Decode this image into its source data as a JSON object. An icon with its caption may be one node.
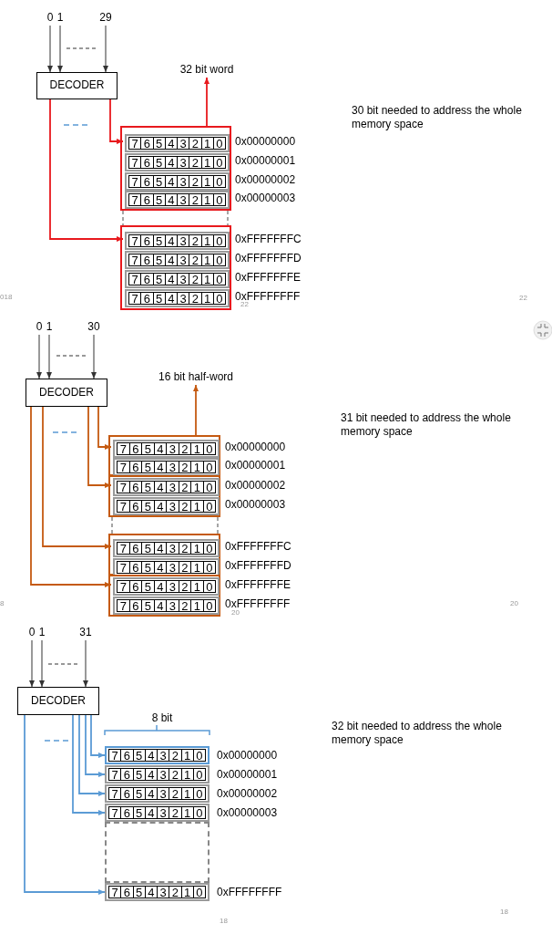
{
  "diagram": {
    "nodes": [
      {
        "text": [
          "0"
        ]
      },
      {
        "text": [
          "1"
        ]
      },
      {
        "text": [
          "29"
        ]
      },
      {
        "text": [
          "DECODER"
        ]
      },
      {
        "text": [
          "32 bit word"
        ]
      },
      {
        "text": [],
        "shape": "box"
      },
      {
        "text": [
          "7",
          "6",
          "5",
          "4",
          "3",
          "2",
          "1",
          "0"
        ],
        "in": 5,
        "beside": [
          "0x00000000"
        ]
      },
      {
        "text": [
          "7",
          "6",
          "5",
          "4",
          "3",
          "2",
          "1",
          "0"
        ],
        "in": 5,
        "beside": [
          "0x00000001"
        ]
      },
      {
        "text": [
          "7",
          "6",
          "5",
          "4",
          "3",
          "2",
          "1",
          "0"
        ],
        "in": 5,
        "beside": [
          "0x00000002"
        ]
      },
      {
        "text": [
          "7",
          "6",
          "5",
          "4",
          "3",
          "2",
          "1",
          "0"
        ],
        "in": 5,
        "beside": [
          "0x00000003"
        ]
      },
      {
        "text": [],
        "shape": "box"
      },
      {
        "text": [
          "7",
          "6",
          "5",
          "4",
          "3",
          "2",
          "1",
          "0"
        ],
        "in": 10,
        "beside": [
          "0xFFFFFFFC"
        ]
      },
      {
        "text": [
          "7",
          "6",
          "5",
          "4",
          "3",
          "2",
          "1",
          "0"
        ],
        "in": 10,
        "beside": [
          "0xFFFFFFFD"
        ]
      },
      {
        "text": [
          "7",
          "6",
          "5",
          "4",
          "3",
          "2",
          "1",
          "0"
        ],
        "in": 10,
        "beside": [
          "0xFFFFFFFE"
        ]
      },
      {
        "text": [
          "7",
          "6",
          "5",
          "4",
          "3",
          "2",
          "1",
          "0"
        ],
        "in": 10,
        "beside": [
          "0xFFFFFFFF"
        ]
      },
      {
        "text": [
          "0"
        ]
      },
      {
        "text": [
          "1"
        ]
      },
      {
        "text": [
          "30"
        ]
      },
      {
        "text": [
          "DECODER"
        ]
      },
      {
        "text": [
          "16 bit half-word"
        ]
      },
      {
        "text": [],
        "shape": "box"
      },
      {
        "text": [
          "7",
          "6",
          "5",
          "4",
          "3",
          "2",
          "1",
          "0"
        ],
        "in": 20,
        "beside": [
          "0x00000000"
        ]
      },
      {
        "text": [
          "7",
          "6",
          "5",
          "4",
          "3",
          "2",
          "1",
          "0"
        ],
        "in": 20,
        "beside": [
          "0x00000001"
        ]
      },
      {
        "text": [],
        "shape": "box"
      },
      {
        "text": [
          "7",
          "6",
          "5",
          "4",
          "3",
          "2",
          "1",
          "0"
        ],
        "in": 23,
        "beside": [
          "0x00000002"
        ]
      },
      {
        "text": [
          "7",
          "6",
          "5",
          "4",
          "3",
          "2",
          "1",
          "0"
        ],
        "in": 23,
        "beside": [
          "0x00000003"
        ]
      },
      {
        "text": [],
        "shape": "box"
      },
      {
        "text": [
          "7",
          "6",
          "5",
          "4",
          "3",
          "2",
          "1",
          "0"
        ],
        "in": 26,
        "beside": [
          "0xFFFFFFFC"
        ]
      },
      {
        "text": [
          "7",
          "6",
          "5",
          "4",
          "3",
          "2",
          "1",
          "0"
        ],
        "in": 26,
        "beside": [
          "0xFFFFFFFD"
        ]
      },
      {
        "text": [],
        "shape": "box"
      },
      {
        "text": [
          "7",
          "6",
          "5",
          "4",
          "3",
          "2",
          "1",
          "0"
        ],
        "in": 29,
        "beside": [
          "0xFFFFFFFE"
        ]
      },
      {
        "text": [
          "7",
          "6",
          "5",
          "4",
          "3",
          "2",
          "1",
          "0"
        ],
        "in": 29,
        "beside": [
          "0xFFFFFFFF"
        ]
      },
      {
        "text": [
          "0"
        ]
      },
      {
        "text": [
          "1"
        ]
      },
      {
        "text": [
          "31"
        ]
      },
      {
        "text": [
          "DECODER"
        ]
      },
      {
        "text": [
          "7",
          "6",
          "5",
          "4",
          "3",
          "2",
          "1",
          "0"
        ],
        "beside": [
          "0x00000000"
        ]
      },
      {
        "text": [
          "7",
          "6",
          "5",
          "4",
          "3",
          "2",
          "1",
          "0"
        ],
        "beside": [
          "0x00000001"
        ]
      },
      {
        "text": [
          "7",
          "6",
          "5",
          "4",
          "3",
          "2",
          "1",
          "0"
        ],
        "beside": [
          "0x00000002"
        ]
      },
      {
        "text": [
          "7",
          "6",
          "5",
          "4",
          "3",
          "2",
          "1",
          "0"
        ],
        "beside": [
          "0x00000003"
        ]
      },
      {
        "text": [
          "7",
          "6",
          "5",
          "4",
          "3",
          "2",
          "1",
          "0"
        ],
        "beside": [
          "0xFFFFFFFF"
        ]
      },
      {
        "text": [],
        "shape": "box"
      }
    ],
    "edges": [
      {
        "from": 0,
        "to": 3,
        "arrow": "to"
      },
      {
        "from": 1,
        "to": 3,
        "arrow": "to"
      },
      {
        "from": 2,
        "to": 3,
        "arrow": "to"
      },
      {
        "from": 5,
        "to": 4,
        "arrow": "to",
        "color": "#e8191d"
      },
      {
        "from": 3,
        "to": 6,
        "arrow": "to",
        "color": "#e8191d"
      },
      {
        "from": 3,
        "to": 11,
        "arrow": "to",
        "color": "#e8191d"
      },
      {
        "from": 15,
        "to": 18,
        "arrow": "to"
      },
      {
        "from": 16,
        "to": 18,
        "arrow": "to"
      },
      {
        "from": 17,
        "to": 18,
        "arrow": "to"
      },
      {
        "from": 20,
        "to": 19,
        "arrow": "to",
        "color": "#c55a11"
      },
      {
        "from": 18,
        "to": 21,
        "arrow": "to",
        "color": "#c55a11"
      },
      {
        "from": 18,
        "to": 24,
        "arrow": "to",
        "color": "#c55a11"
      },
      {
        "from": 18,
        "to": 27,
        "arrow": "to",
        "color": "#c55a11"
      },
      {
        "from": 18,
        "to": 30,
        "arrow": "to",
        "color": "#c55a11"
      },
      {
        "from": 32,
        "to": 35,
        "arrow": "to"
      },
      {
        "from": 33,
        "to": 35,
        "arrow": "to"
      },
      {
        "from": 34,
        "to": 35,
        "arrow": "to"
      },
      {
        "from": 35,
        "to": 36,
        "arrow": "to",
        "color": "#5b9bd5"
      },
      {
        "from": 35,
        "to": 37,
        "arrow": "to",
        "color": "#5b9bd5"
      },
      {
        "from": 35,
        "to": 38,
        "arrow": "to",
        "color": "#5b9bd5"
      },
      {
        "from": 35,
        "to": 39,
        "arrow": "to",
        "color": "#5b9bd5"
      },
      {
        "from": 35,
        "to": 40,
        "arrow": "to",
        "color": "#5b9bd5"
      }
    ],
    "labels": [
      "30 bit needed to address the whole memory space",
      "018",
      "22",
      "22",
      "31 bit needed to address the whole memory space",
      "8",
      "20",
      "20",
      "8 bit",
      "32 bit needed to address the whole memory space",
      "18",
      "18"
    ]
  }
}
